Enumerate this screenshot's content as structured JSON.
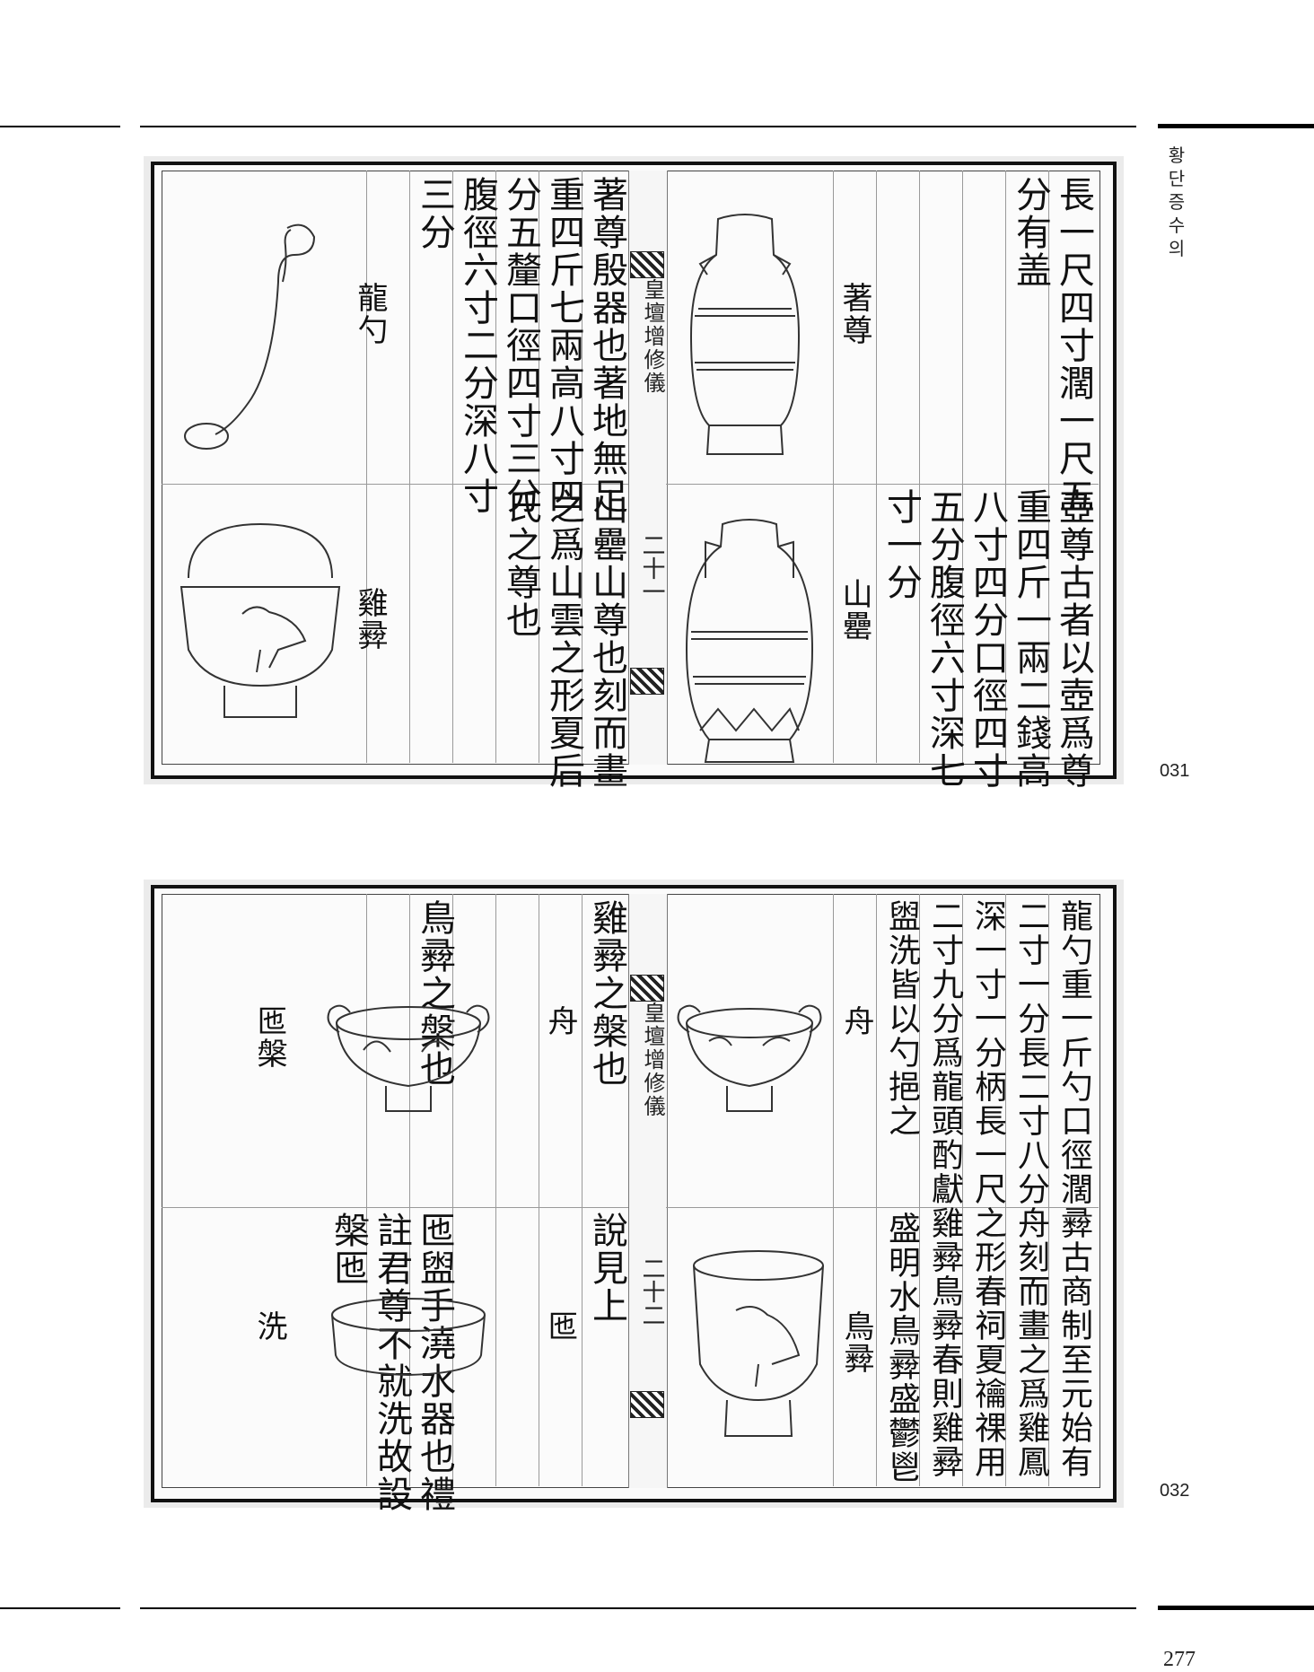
{
  "side_title": [
    "황",
    "단",
    "증",
    "수",
    "의"
  ],
  "folio": "277",
  "plates": [
    {
      "number": "031",
      "fold_title": "皇壇增修儀",
      "fold_num": "二十一",
      "right_columns": [
        "長一尺四寸濶一尺五",
        "分有盖",
        "",
        "",
        "",
        "著尊"
      ],
      "right_lower_columns": [
        "壺尊古者以壺爲尊",
        "重四斤一兩二錢高",
        "八寸四分口徑四寸",
        "五分腹徑六寸深七",
        "寸一分",
        "山罍"
      ],
      "left_columns": [
        "著尊殷器也著地無足",
        "重四斤七兩高八寸四",
        "分五釐口徑四寸三分",
        "腹徑六寸二分深八寸",
        "三分"
      ],
      "left_lower_columns": [
        "山罍山尊也刻而畫",
        "之爲山雲之形夏后",
        "氏之尊也"
      ],
      "label_long_ladle": "龍勺",
      "label_chicken": "雞彛"
    },
    {
      "number": "032",
      "fold_title": "皇壇增修儀",
      "fold_num": "二十二",
      "right_columns": [
        "龍勺重一斤勺口徑濶彛古商制至元始有",
        "二寸一分長二寸八分舟刻而畫之爲雞鳳",
        "深一寸一分柄長一尺之形春祠夏禴祼用",
        "二寸九分爲龍頭酌獻雞彛鳥彛春則雞彛",
        "盥洗皆以勺挹之",
        "盛明水鳥彛盛鬱鬯"
      ],
      "right_labels": [
        "舟",
        "鳥彛"
      ],
      "left_columns": [
        "雞彛之槃也",
        "說見上",
        "鳥彛之槃也",
        "匜盥手澆水器也禮",
        "註君尊不就洗故設",
        "槃匜"
      ],
      "left_labels": [
        "舟",
        "匜",
        "匜槃",
        "洗"
      ]
    }
  ]
}
